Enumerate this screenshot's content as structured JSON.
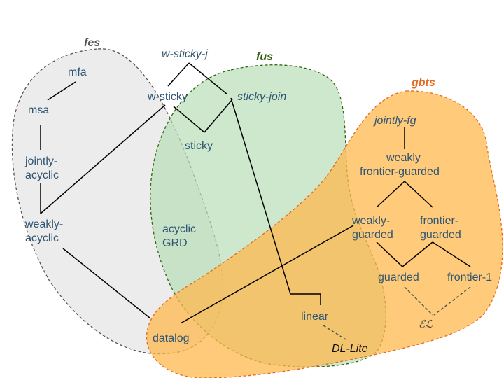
{
  "colors": {
    "fes_fill": "#e6e6e6",
    "fes_stroke": "#555555",
    "fes_label": "#555555",
    "fus_fill": "#b9deb9",
    "fus_stroke": "#336611",
    "fus_label": "#2d5a0f",
    "gbts_fill": "#ffb84d",
    "gbts_stroke": "#e46a1e",
    "gbts_label": "#e46a1e",
    "node_text": "#2f5572",
    "edge": "#000000"
  },
  "sets": {
    "fes": "fes",
    "fus": "fus",
    "gbts": "gbts"
  },
  "nodes": {
    "mfa": "mfa",
    "msa": "msa",
    "jointly_acyclic_1": "jointly-",
    "jointly_acyclic_2": "acyclic",
    "weakly_acyclic_1": "weakly-",
    "weakly_acyclic_2": "acyclic",
    "w_sticky_j": "w-sticky-j",
    "w_sticky": "w-sticky",
    "sticky_join": "sticky-join",
    "sticky": "sticky",
    "acyclic_grd_1": "acyclic",
    "acyclic_grd_2": "GRD",
    "datalog": "datalog",
    "linear": "linear",
    "dl_lite": "DL-Lite",
    "jointly_fg": "jointly-fg",
    "weakly_fg_1": "weakly",
    "weakly_fg_2": "frontier-guarded",
    "weakly_guarded_1": "weakly-",
    "weakly_guarded_2": "guarded",
    "frontier_guarded_1": "frontier-",
    "frontier_guarded_2": "guarded",
    "guarded": "guarded",
    "frontier_1": "frontier-1",
    "el": "ℰℒ"
  }
}
